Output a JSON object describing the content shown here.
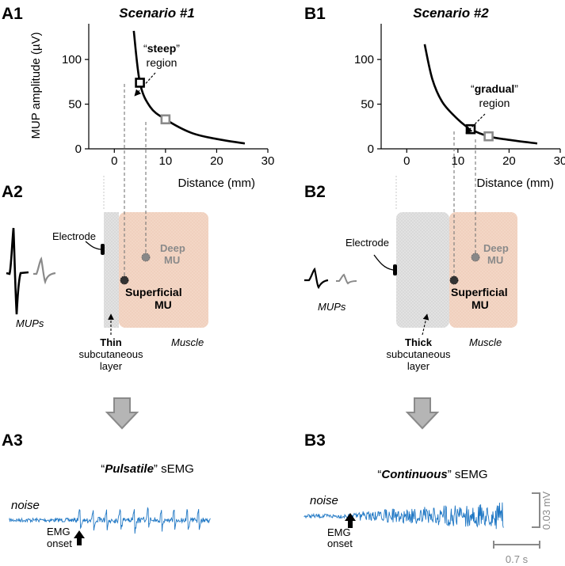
{
  "panels": {
    "a1": "A1",
    "b1": "B1",
    "a2": "A2",
    "b2": "B2",
    "a3": "A3",
    "b3": "B3"
  },
  "scenario1": {
    "title": "Scenario #1",
    "region_bold": "steep",
    "region_label": "region",
    "electrode": "Electrode",
    "deep_mu": [
      "Deep",
      "MU"
    ],
    "superficial_mu": [
      "Superficial",
      "MU"
    ],
    "layer_bold": "Thin",
    "layer_lines": [
      "subcutaneous",
      "layer"
    ],
    "muscle": "Muscle",
    "mups": "MUPs",
    "semg_bold": "Pulsatile",
    "semg_suffix": "sEMG",
    "noise": "noise",
    "onset": [
      "EMG",
      "onset"
    ]
  },
  "scenario2": {
    "title": "Scenario #2",
    "region_bold": "gradual",
    "region_label": "region",
    "electrode": "Electrode",
    "deep_mu": [
      "Deep",
      "MU"
    ],
    "superficial_mu": [
      "Superficial",
      "MU"
    ],
    "layer_bold": "Thick",
    "layer_lines": [
      "subcutaneous",
      "layer"
    ],
    "muscle": "Muscle",
    "mups": "MUPs",
    "semg_bold": "Continuous",
    "semg_suffix": "sEMG",
    "noise": "noise",
    "onset": [
      "EMG",
      "onset"
    ],
    "scale_v": "0.03 mV",
    "scale_t": "0.7 s"
  },
  "chart_data": [
    {
      "type": "line",
      "title": "Scenario #1",
      "xlabel": "Distance (mm)",
      "ylabel": "MUP amplitude (µV)",
      "xlim": [
        -5,
        30
      ],
      "ylim": [
        0,
        140
      ],
      "xticks": [
        0,
        10,
        20,
        30
      ],
      "yticks": [
        0,
        50,
        100
      ],
      "curve_x": [
        3.8,
        5,
        7,
        10,
        15,
        20,
        25.5
      ],
      "curve_y": [
        132,
        74,
        47,
        33,
        18,
        11,
        6
      ],
      "markers": [
        {
          "name": "superficial",
          "x": 5,
          "y": 74,
          "color": "#000000"
        },
        {
          "name": "deep",
          "x": 10,
          "y": 33,
          "color": "#8a8a8a"
        }
      ]
    },
    {
      "type": "line",
      "title": "Scenario #2",
      "xlabel": "Distance (mm)",
      "ylabel": "",
      "xlim": [
        -5,
        30
      ],
      "ylim": [
        0,
        140
      ],
      "xticks": [
        0,
        10,
        20,
        30
      ],
      "yticks": [
        0,
        50,
        100
      ],
      "curve_x": [
        3.5,
        5,
        7,
        10,
        12.5,
        16,
        20,
        25.5
      ],
      "curve_y": [
        117,
        78,
        52,
        33,
        22,
        14,
        10,
        6
      ],
      "markers": [
        {
          "name": "superficial",
          "x": 12.5,
          "y": 22,
          "color": "#000000"
        },
        {
          "name": "deep",
          "x": 16,
          "y": 14,
          "color": "#8a8a8a"
        }
      ]
    }
  ],
  "colors": {
    "signal": "#1f77c4",
    "subcutaneous": "#dcdcdc",
    "muscle": "#f3d5c3",
    "deep_mu": "#8a8a8a",
    "arrow_fill": "#b5b5b5"
  }
}
